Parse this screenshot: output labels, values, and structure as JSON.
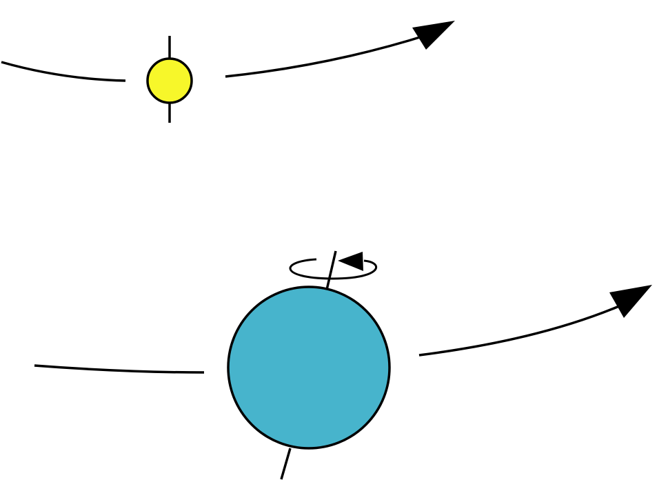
{
  "diagram": {
    "background": "#ffffff",
    "stroke_color": "#000000",
    "small_body": {
      "fill": "#f7f72a",
      "icon": "small-yellow-body-with-vertical-axis"
    },
    "large_body": {
      "fill": "#47b4cc",
      "icon": "large-blue-body-with-tilted-spin-axis"
    },
    "rotation_indicator": {
      "icon": "counter-clockwise-rotation-arrow"
    }
  }
}
